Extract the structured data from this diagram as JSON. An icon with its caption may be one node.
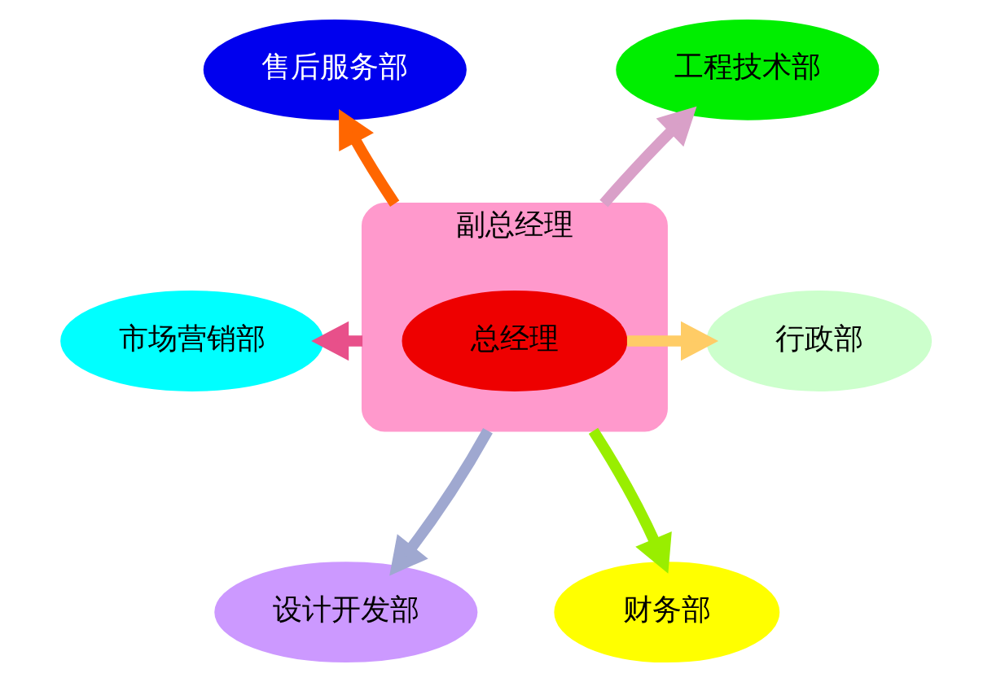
{
  "diagram": {
    "nodes": [
      {
        "text": [
          "售后服务部"
        ]
      },
      {
        "text": [
          "工程技术部"
        ]
      },
      {
        "text": [
          "市场营销部"
        ]
      },
      {
        "text": [
          "副总经理"
        ]
      },
      {
        "text": [
          "总经理"
        ],
        "in": 3
      },
      {
        "text": [
          "行政部"
        ]
      },
      {
        "text": [
          "设计开发部"
        ]
      },
      {
        "text": [
          "财务部"
        ]
      }
    ],
    "edges": [
      {
        "from": 3,
        "to": 0,
        "arrow": "to",
        "color": "#ff6600"
      },
      {
        "from": 3,
        "to": 1,
        "arrow": "to",
        "color": "#d9a0c8"
      },
      {
        "from": 3,
        "to": 2,
        "arrow": "to",
        "color": "#e8508a"
      },
      {
        "from": 4,
        "to": 5,
        "arrow": "to",
        "color": "#ffcc66"
      },
      {
        "from": 3,
        "to": 6,
        "arrow": "to",
        "color": "#9fa8d0"
      },
      {
        "from": 3,
        "to": 7,
        "arrow": "to",
        "color": "#99ee00"
      }
    ]
  }
}
